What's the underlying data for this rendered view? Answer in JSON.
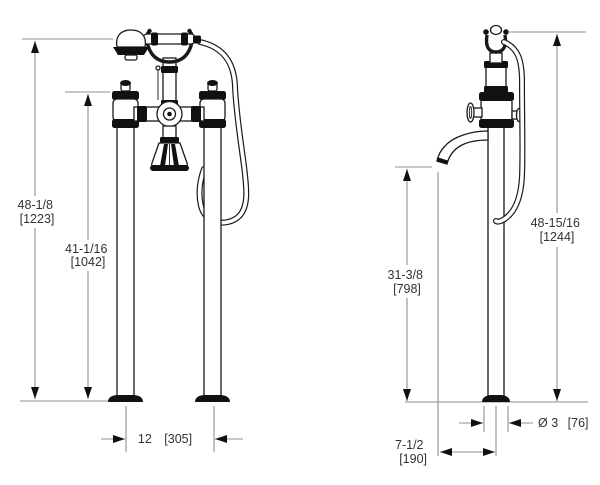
{
  "drawing_title": "floor-mounted-tub-filler-dimension-drawing",
  "dimensions": {
    "front_overall_height": {
      "in": "48-1/8",
      "mm": "[1223]"
    },
    "front_riser_height": {
      "in": "41-1/16",
      "mm": "[1042]"
    },
    "riser_spacing": {
      "in": "12",
      "mm": "[305]"
    },
    "spout_height": {
      "in": "31-3/8",
      "mm": "[798]"
    },
    "side_overall_height": {
      "in": "48-15/16",
      "mm": "[1244]"
    },
    "spout_reach": {
      "in": "7-1/2",
      "mm": "[190]"
    },
    "base_diameter": {
      "in": "Ø 3",
      "mm": "[76]"
    }
  },
  "colors": {
    "background": "#ffffff",
    "fixture_line": "#1a1a1a",
    "fixture_fill": "#ffffff",
    "dark_fill": "#111111",
    "dimension_line": "#8f8f8f",
    "arrow": "#111111",
    "text": "#333333"
  }
}
